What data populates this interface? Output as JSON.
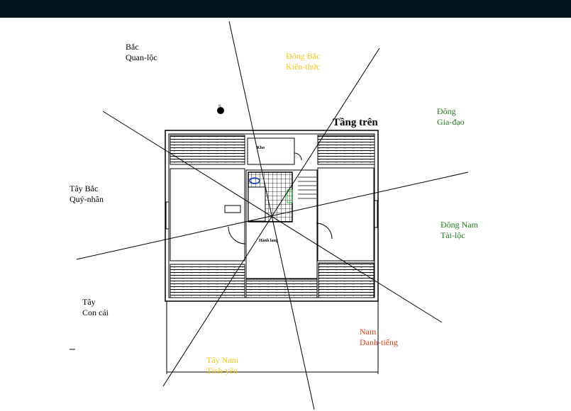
{
  "plan": {
    "title": "Tầng trên",
    "rooms": {
      "storage": "Kho",
      "hallway": "Hành lang"
    },
    "north_marker": "N"
  },
  "directions": [
    {
      "name": "Bắc",
      "meaning": "Quan-lộc",
      "color": "#000000"
    },
    {
      "name": "Đông Bắc",
      "meaning": "Kiến-thức",
      "color": "#f5c518"
    },
    {
      "name": "Đông",
      "meaning": "Gia-đạo",
      "color": "#1e7a1e"
    },
    {
      "name": "Tây Bắc",
      "meaning": "Quý-nhân",
      "color": "#000000"
    },
    {
      "name": "Đông Nam",
      "meaning": "Tài-lộc",
      "color": "#1e7a1e"
    },
    {
      "name": "Tây",
      "meaning": "Con cái",
      "color": "#000000"
    },
    {
      "name": "Nam",
      "meaning": "Danh-tiếng",
      "color": "#e0401a"
    },
    {
      "name": "Tây Nam",
      "meaning": "Tình-yêu",
      "color": "#f5c518"
    }
  ]
}
